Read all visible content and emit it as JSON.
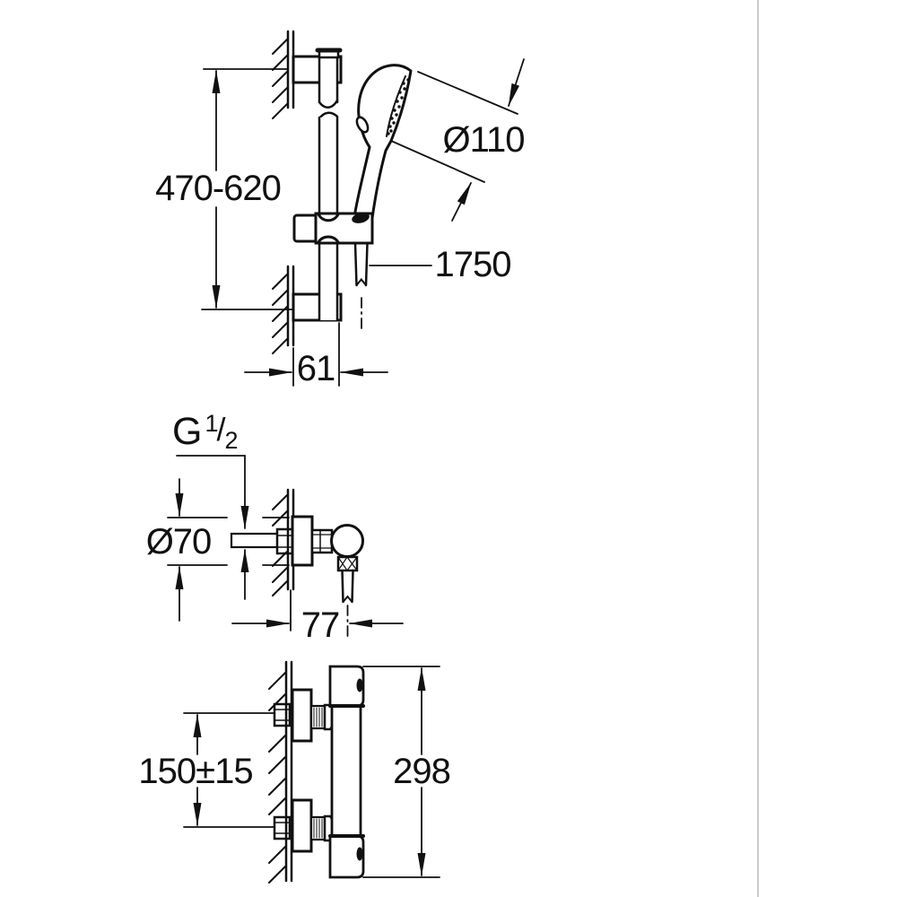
{
  "page": {
    "background": "#ffffff",
    "line_color": "#111111",
    "divider_color": "#cccccc"
  },
  "shower_set_view": {
    "rail_height_range": "470-620",
    "head_diameter": "Ø110",
    "hose_length": "1750",
    "rail_wall_offset": "61"
  },
  "valve_view": {
    "thread_label": {
      "letter": "G",
      "numerator": "1",
      "slash": "/",
      "denominator": "2"
    },
    "escutcheon_diameter": "Ø70",
    "wall_projection": "77"
  },
  "mixer_view": {
    "inlet_spacing": "150±15",
    "body_height": "298"
  }
}
